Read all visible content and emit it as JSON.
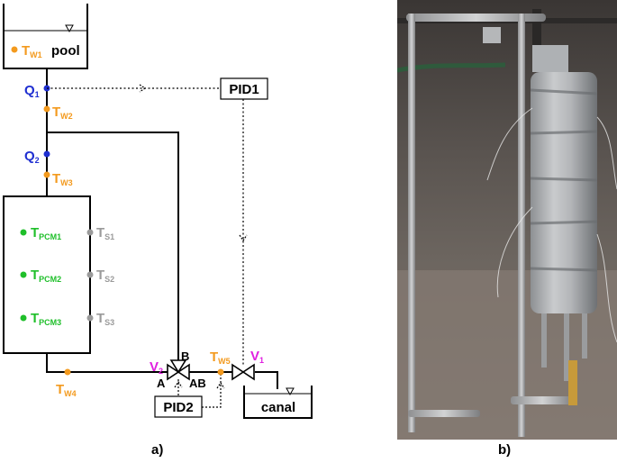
{
  "diagram": {
    "pool": {
      "sensor": "T",
      "sensor_sub": "W1",
      "label": "pool"
    },
    "pid1": "PID1",
    "pid2": "PID2",
    "canal": "canal",
    "q1": {
      "main": "Q",
      "sub": "1"
    },
    "q2": {
      "main": "Q",
      "sub": "2"
    },
    "tw2": {
      "main": "T",
      "sub": "W2"
    },
    "tw3": {
      "main": "T",
      "sub": "W3"
    },
    "tw4": {
      "main": "T",
      "sub": "W4"
    },
    "tw5": {
      "main": "T",
      "sub": "W5"
    },
    "pcm": [
      {
        "main": "T",
        "sub": "PCM1"
      },
      {
        "main": "T",
        "sub": "PCM2"
      },
      {
        "main": "T",
        "sub": "PCM3"
      }
    ],
    "ts": [
      {
        "main": "T",
        "sub": "S1"
      },
      {
        "main": "T",
        "sub": "S2"
      },
      {
        "main": "T",
        "sub": "S3"
      }
    ],
    "v2": {
      "main": "V",
      "sub": "2"
    },
    "v1": {
      "main": "V",
      "sub": "1"
    },
    "port_a": "A",
    "port_b": "B",
    "port_ab": "AB",
    "colors": {
      "line": "#000000",
      "orange": "#f39a1e",
      "blue": "#1f2fd1",
      "green": "#1fbf2a",
      "gray": "#9a9a9a",
      "magenta": "#e020e0"
    }
  },
  "panels": {
    "a": "a)",
    "b": "b)"
  }
}
